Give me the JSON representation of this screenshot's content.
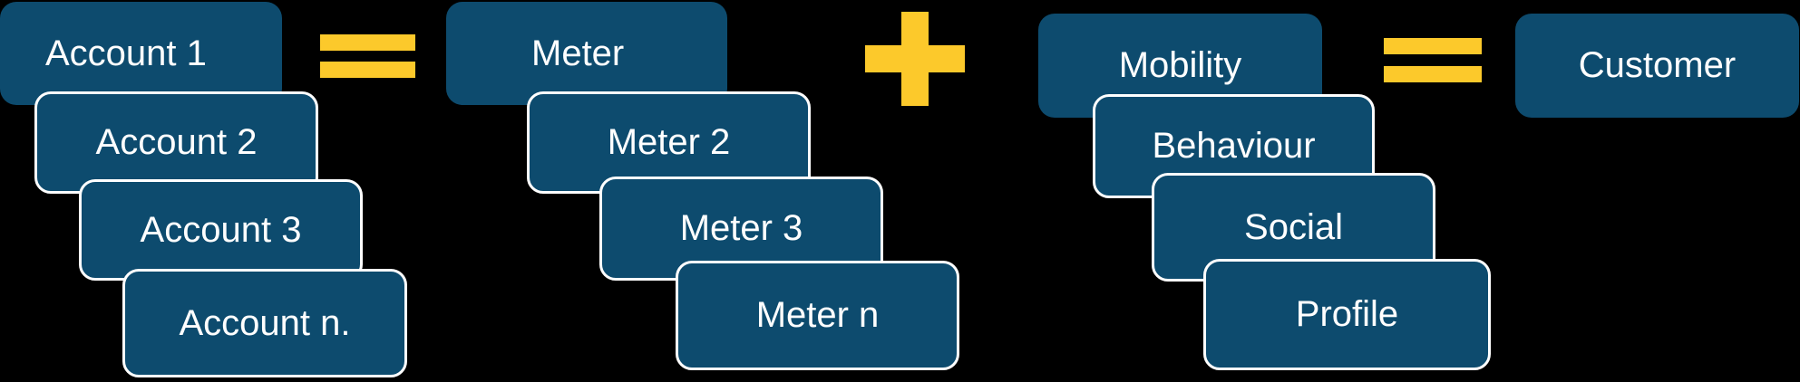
{
  "colors": {
    "box_fill": "#0d4b6e",
    "box_text": "#ffffff",
    "box_outline": "#ffffff",
    "operator": "#fcc92b",
    "background": "#000000"
  },
  "accounts": [
    "Account 1",
    "Account 2",
    "Account 3",
    "Account n."
  ],
  "meters": [
    "Meter",
    "Meter 2",
    "Meter 3",
    "Meter n"
  ],
  "attributes": [
    "Mobility",
    "Behaviour",
    "Social",
    "Profile"
  ],
  "result": "Customer",
  "operators": {
    "first": "equals",
    "second": "plus",
    "third": "equals"
  }
}
